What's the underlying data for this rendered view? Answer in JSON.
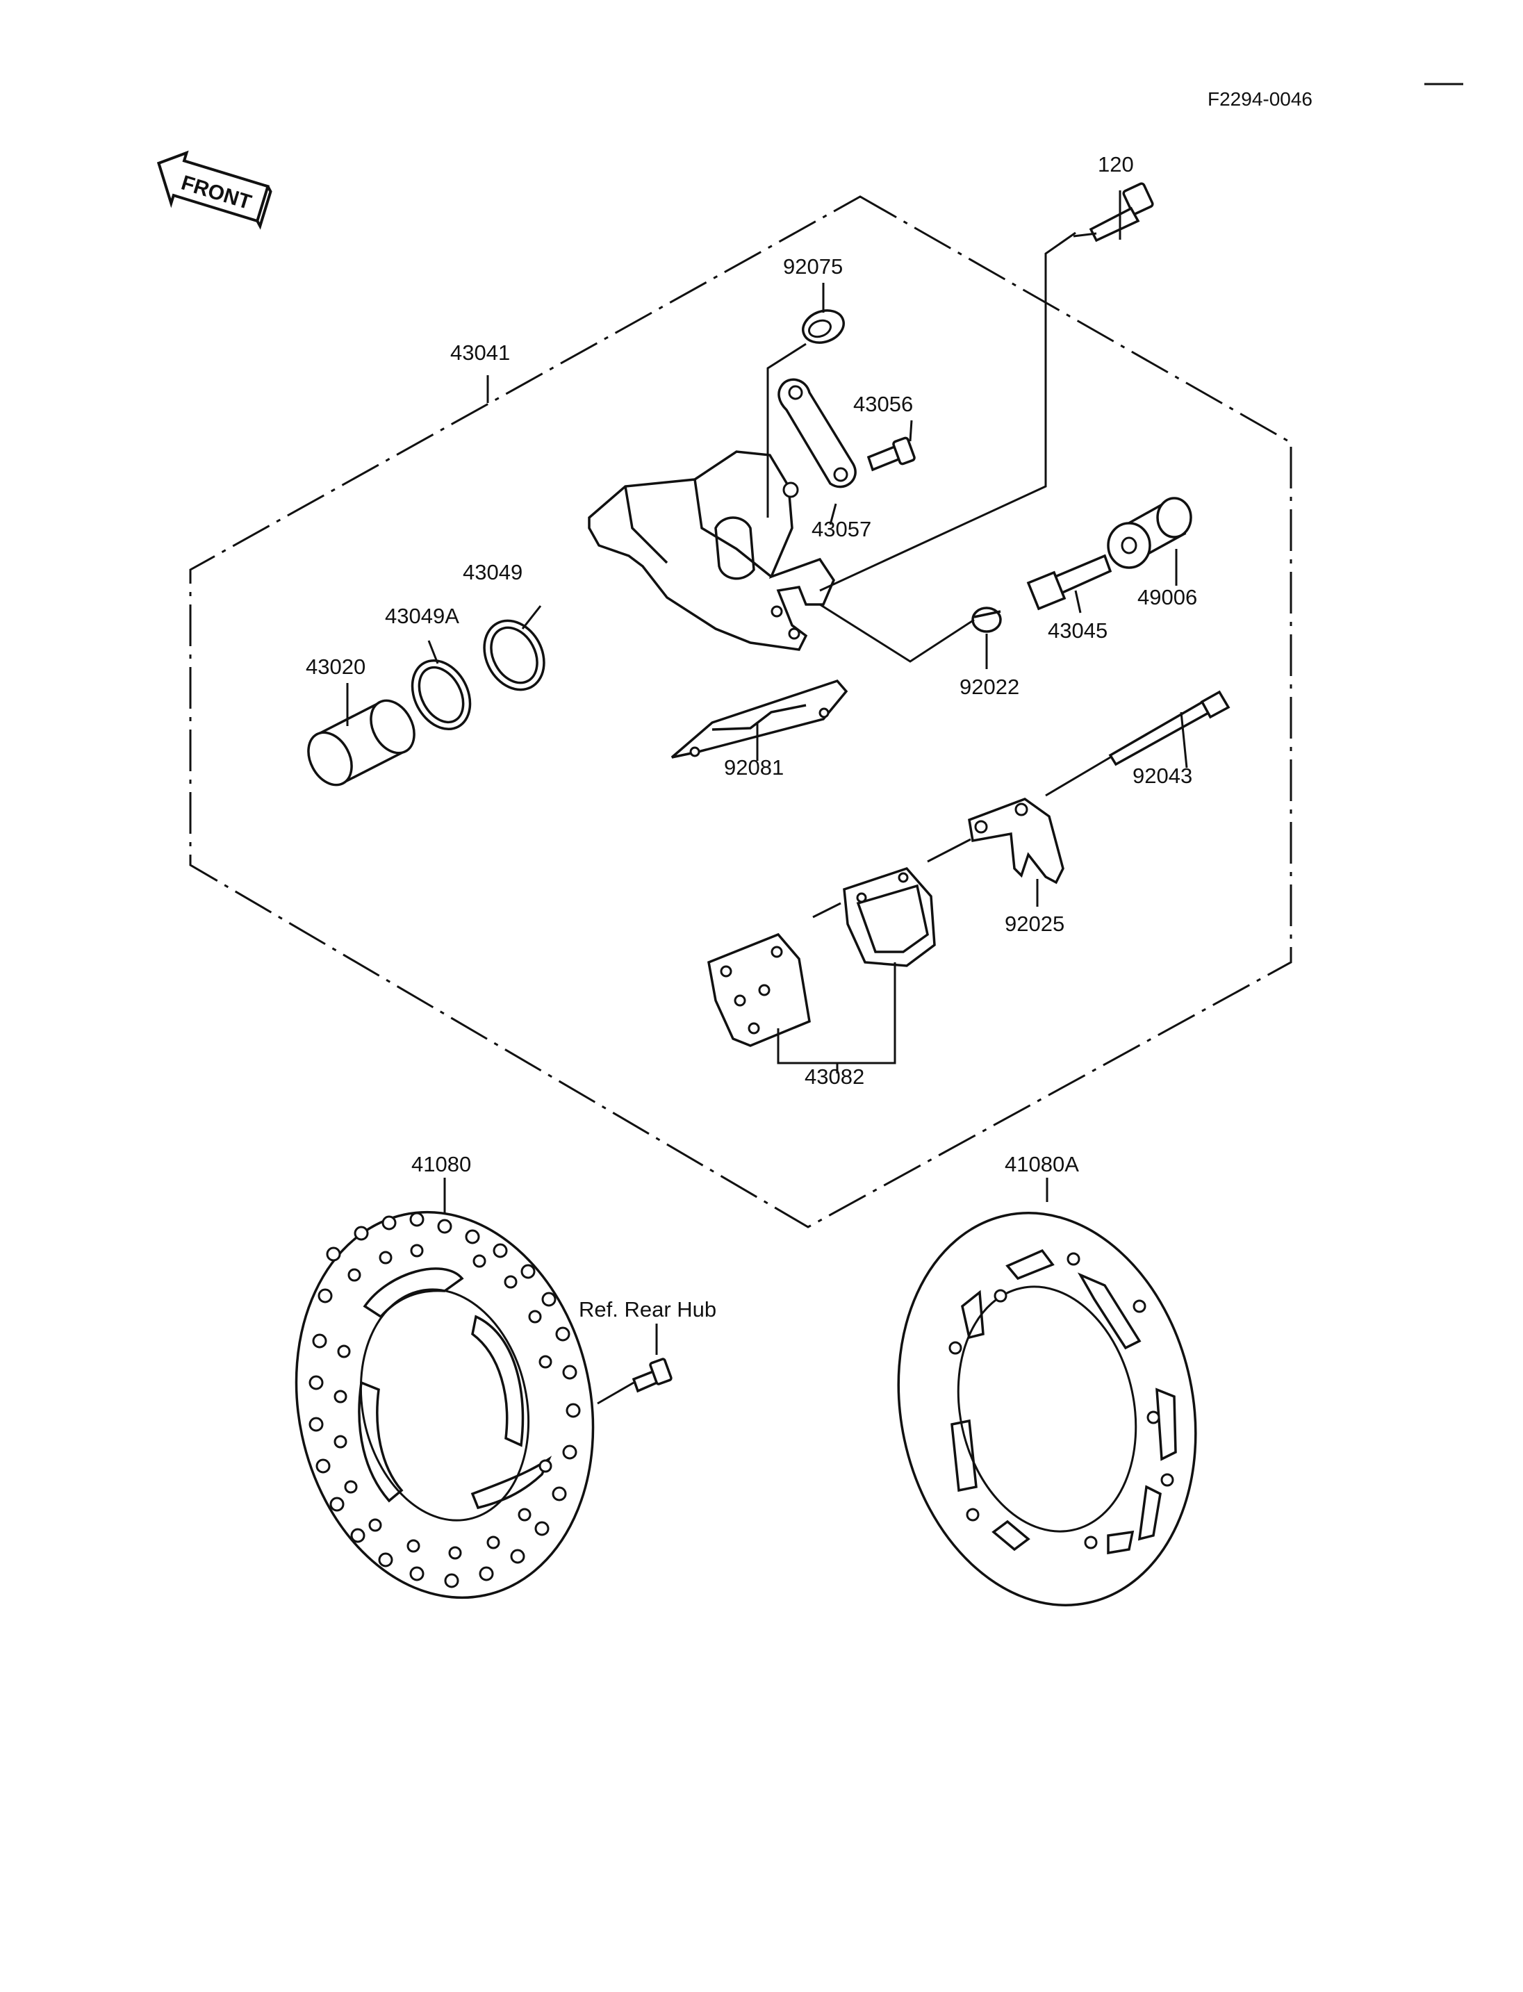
{
  "drawing_code": "F2294-0046",
  "front_label": "FRONT",
  "reference_label": "Ref. Rear Hub",
  "parts": [
    {
      "id": "p120",
      "number": "120"
    },
    {
      "id": "p92075",
      "number": "92075"
    },
    {
      "id": "p43041",
      "number": "43041"
    },
    {
      "id": "p43056",
      "number": "43056"
    },
    {
      "id": "p43057",
      "number": "43057"
    },
    {
      "id": "p43049",
      "number": "43049"
    },
    {
      "id": "p43049A",
      "number": "43049A"
    },
    {
      "id": "p43020",
      "number": "43020"
    },
    {
      "id": "p49006",
      "number": "49006"
    },
    {
      "id": "p43045",
      "number": "43045"
    },
    {
      "id": "p92022",
      "number": "92022"
    },
    {
      "id": "p92081",
      "number": "92081"
    },
    {
      "id": "p92043",
      "number": "92043"
    },
    {
      "id": "p92025",
      "number": "92025"
    },
    {
      "id": "p43082",
      "number": "43082"
    },
    {
      "id": "p41080",
      "number": "41080"
    },
    {
      "id": "p41080A",
      "number": "41080A"
    }
  ]
}
